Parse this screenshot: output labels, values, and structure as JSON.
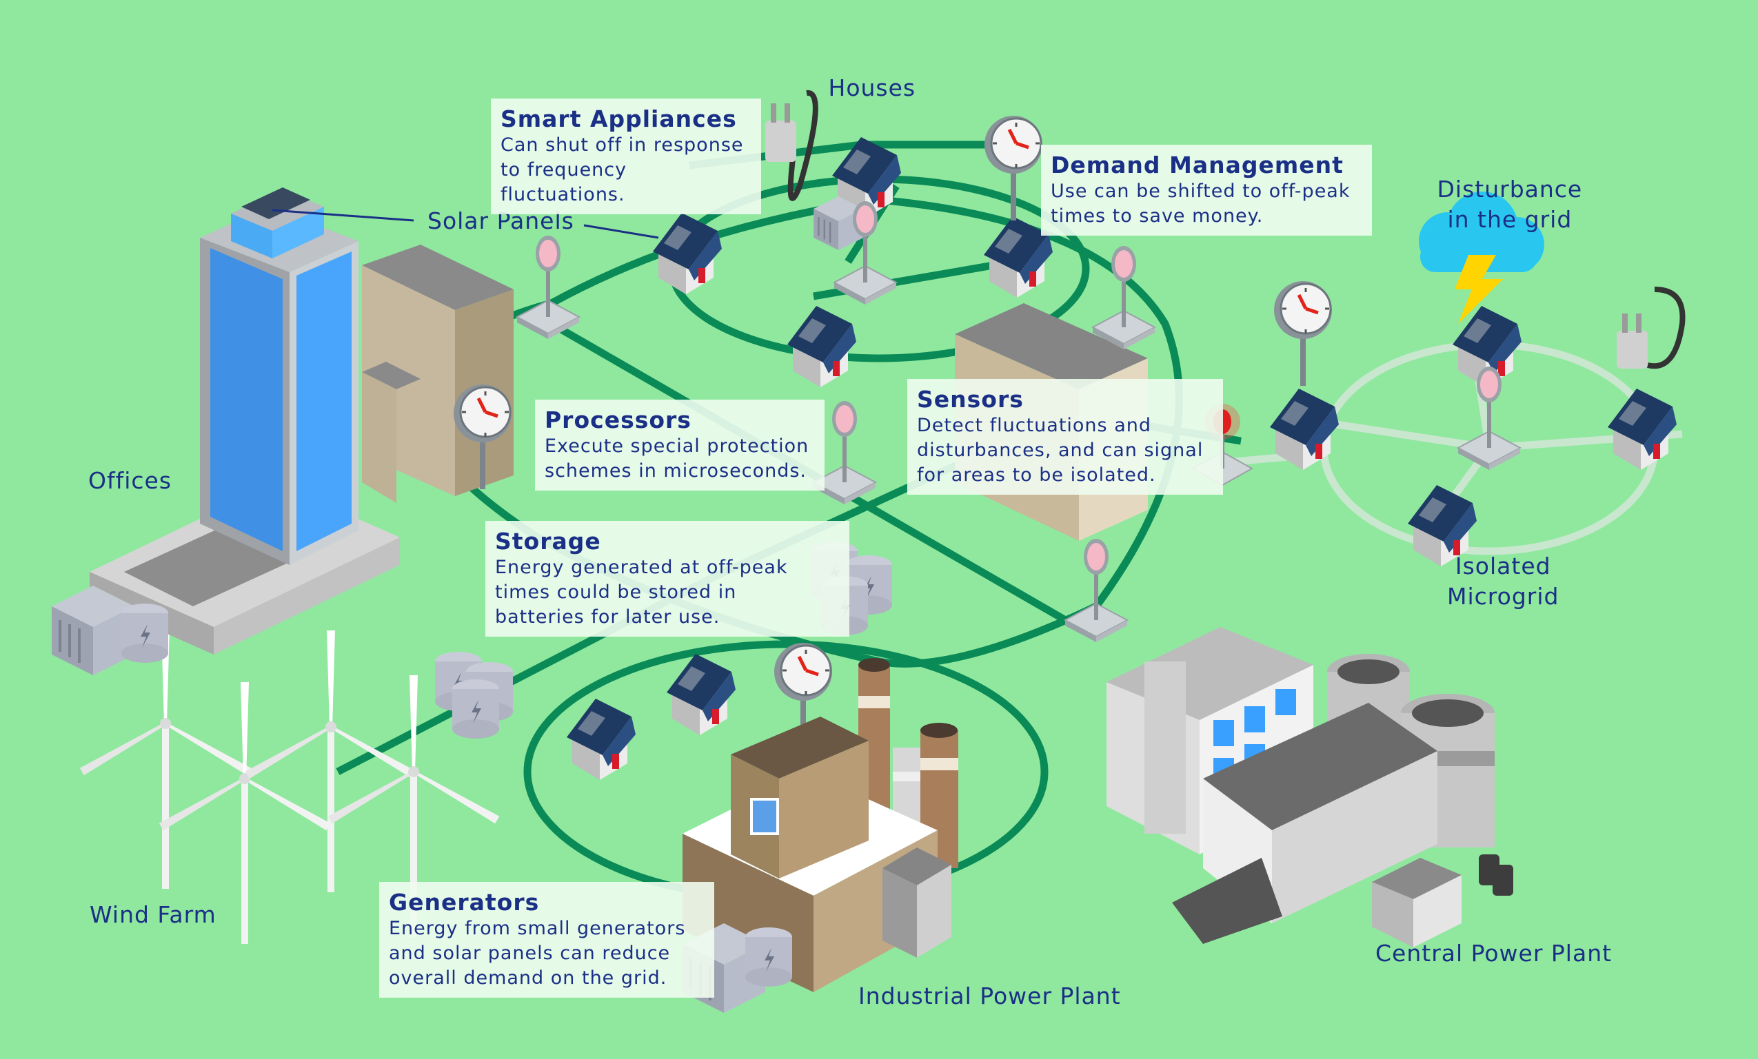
{
  "labels": {
    "houses": "Houses",
    "solar_panels": "Solar Panels",
    "offices": "Offices",
    "disturbance": "Disturbance\nin the grid",
    "isolated_microgrid": "Isolated\nMicrogrid",
    "wind_farm": "Wind Farm",
    "industrial_power_plant": "Industrial Power Plant",
    "central_power_plant": "Central Power Plant"
  },
  "callouts": {
    "smart_appliances": {
      "title": "Smart Appliances",
      "desc": "Can shut off in response\nto frequency fluctuations."
    },
    "demand_management": {
      "title": "Demand Management",
      "desc": "Use can be shifted to off-peak\ntimes to save money."
    },
    "processors": {
      "title": "Processors",
      "desc": "Execute special protection\nschemes in microseconds."
    },
    "sensors": {
      "title": "Sensors",
      "desc": "Detect fluctuations and\ndisturbances, and can signal\nfor areas to be isolated."
    },
    "storage": {
      "title": "Storage",
      "desc": "Energy generated at off-peak\ntimes could be stored in\nbatteries for later use."
    },
    "generators": {
      "title": "Generators",
      "desc": "Energy from small generators\nand solar panels can reduce\noverall demand on the grid."
    }
  },
  "colors": {
    "background": "#8fe89e",
    "grid_line": "#0a8a56",
    "microgrid_line": "#c9e6cf",
    "label_text": "#1a2f86",
    "sensor_alert": "#e01e1e",
    "cloud": "#29c7f0",
    "lightning": "#ffd400"
  },
  "icons": {
    "houses": "house-icon",
    "clocks": "clock-gauge-icon",
    "sensors": "sensor-post-icon",
    "storage": "battery-icon",
    "plug": "plug-icon",
    "cloud": "storm-cloud-icon"
  }
}
